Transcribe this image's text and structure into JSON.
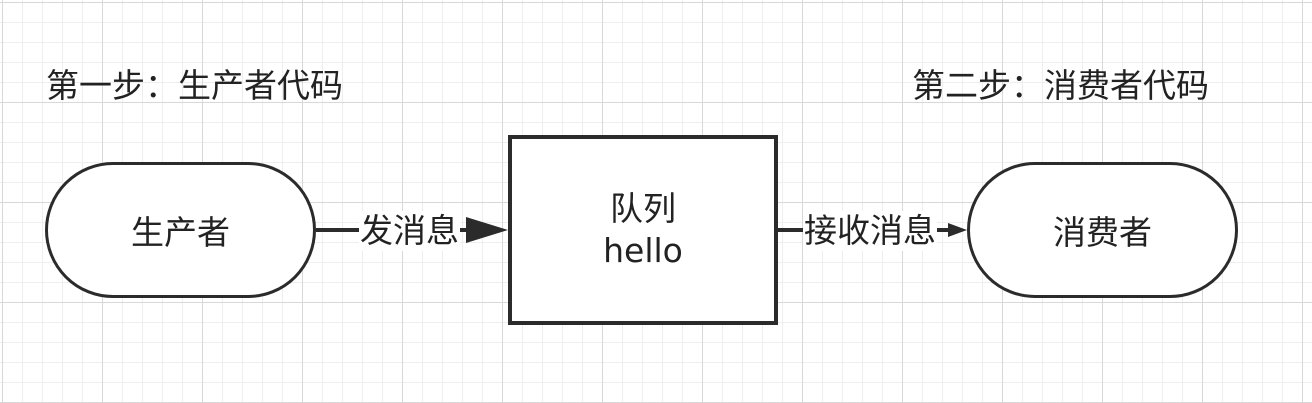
{
  "steps": {
    "step1": "第一步：生产者代码",
    "step2": "第二步：消费者代码"
  },
  "nodes": {
    "producer": "生产者",
    "queue_line1": "队列",
    "queue_line2": "hello",
    "consumer": "消费者"
  },
  "edges": {
    "send": "发消息",
    "receive": "接收消息"
  }
}
